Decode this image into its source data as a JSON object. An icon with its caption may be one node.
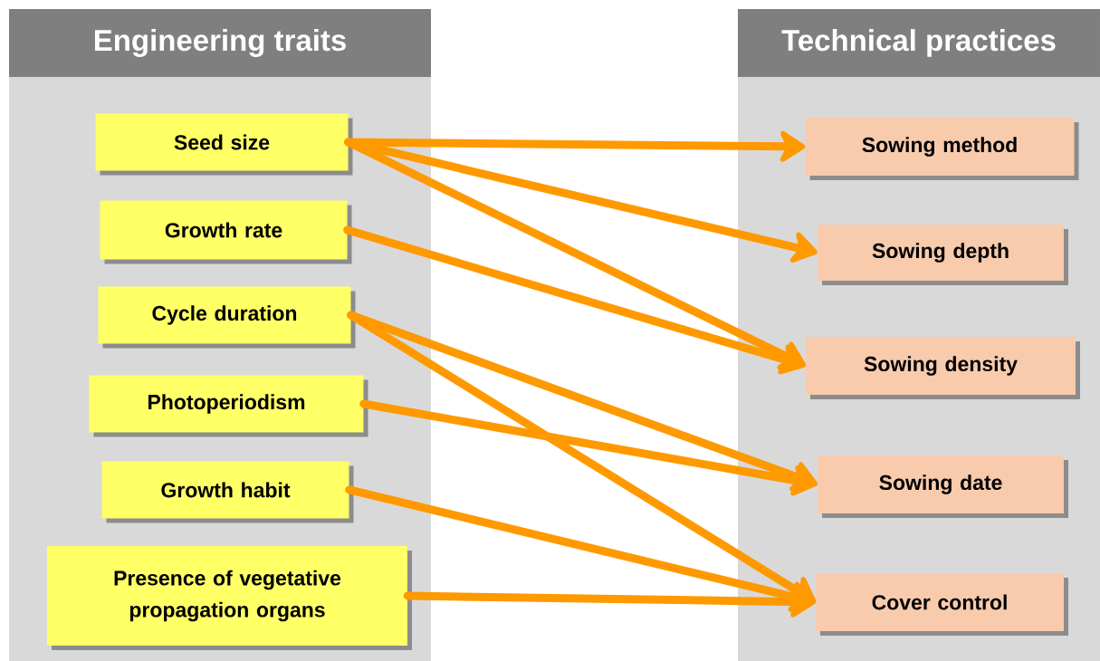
{
  "diagram": {
    "nodes": [
      {
        "text": [
          "Engineering traits"
        ]
      },
      {
        "text": [
          "Seed size"
        ],
        "in": 0
      },
      {
        "text": [
          "Growth rate"
        ],
        "in": 0
      },
      {
        "text": [
          "Cycle duration"
        ],
        "in": 0
      },
      {
        "text": [
          "Photoperiodism"
        ],
        "in": 0
      },
      {
        "text": [
          "Growth habit"
        ],
        "in": 0
      },
      {
        "text": [
          "Presence of vegetative propagation organs"
        ],
        "in": 0
      },
      {
        "text": [
          "Technical practices"
        ]
      },
      {
        "text": [
          "Sowing method"
        ],
        "in": 7
      },
      {
        "text": [
          "Sowing depth"
        ],
        "in": 7
      },
      {
        "text": [
          "Sowing density"
        ],
        "in": 7
      },
      {
        "text": [
          "Sowing date"
        ],
        "in": 7
      },
      {
        "text": [
          "Cover control"
        ],
        "in": 7
      }
    ],
    "edges": [
      {
        "from": 1,
        "to": 8,
        "arrow": "to"
      },
      {
        "from": 1,
        "to": 9,
        "arrow": "to"
      },
      {
        "from": 1,
        "to": 10,
        "arrow": "to"
      },
      {
        "from": 2,
        "to": 10,
        "arrow": "to"
      },
      {
        "from": 3,
        "to": 11,
        "arrow": "to"
      },
      {
        "from": 3,
        "to": 12,
        "arrow": "to"
      },
      {
        "from": 4,
        "to": 11,
        "arrow": "to"
      },
      {
        "from": 5,
        "to": 12,
        "arrow": "to"
      },
      {
        "from": 6,
        "to": 12,
        "arrow": "to"
      }
    ]
  }
}
